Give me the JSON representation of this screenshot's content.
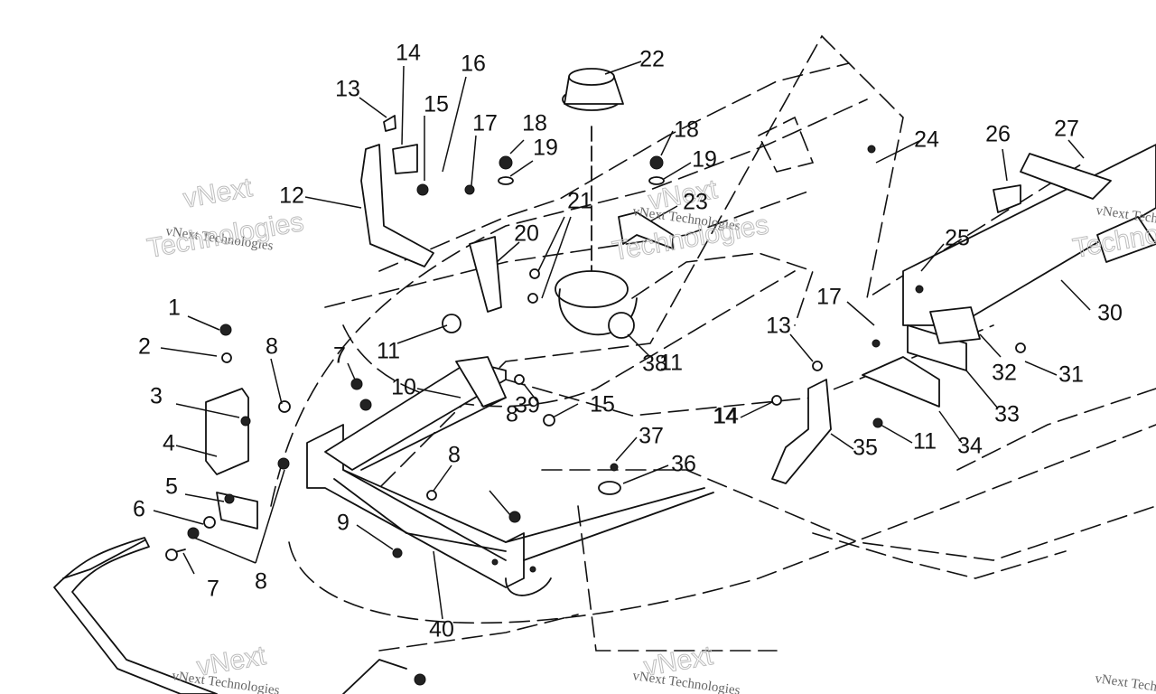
{
  "watermark": {
    "company": "vNext Technologies",
    "word1": "vNext",
    "word2": "Technologies"
  },
  "callouts": [
    "1",
    "2",
    "3",
    "4",
    "5",
    "6",
    "7",
    "7",
    "8",
    "8",
    "8",
    "8",
    "9",
    "10",
    "11",
    "11",
    "11",
    "12",
    "13",
    "13",
    "14",
    "14",
    "14",
    "15",
    "15",
    "16",
    "17",
    "17",
    "18",
    "18",
    "19",
    "19",
    "20",
    "21",
    "22",
    "23",
    "24",
    "25",
    "26",
    "27",
    "30",
    "31",
    "32",
    "33",
    "34",
    "35",
    "36",
    "37",
    "38",
    "39",
    "40"
  ]
}
